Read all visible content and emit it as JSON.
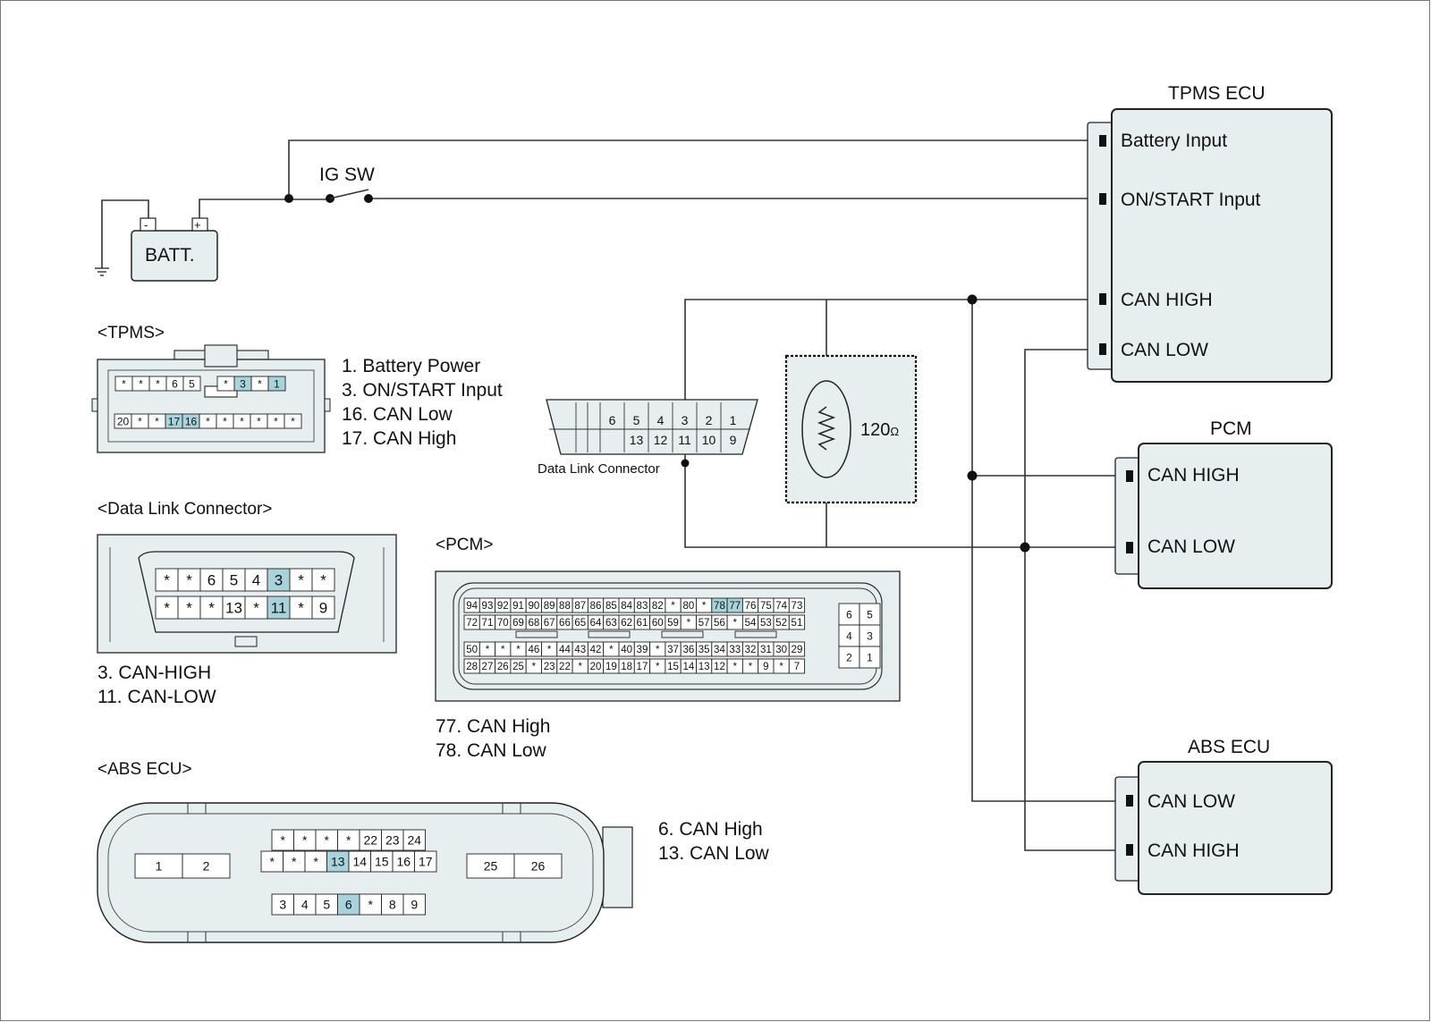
{
  "colors": {
    "fill": "#e6eeef",
    "highlight": "#a9d3dc",
    "stroke": "#222222",
    "wire": "#333333"
  },
  "circuit": {
    "ig_sw": "IG SW",
    "batt": "BATT.",
    "batt_minus": "-",
    "batt_plus": "+",
    "resistor": "120",
    "ohm": "Ω",
    "dlc_label": "Data Link Connector",
    "dlc_top": [
      "6",
      "5",
      "4",
      "3",
      "2",
      "1"
    ],
    "dlc_bottom": [
      "13",
      "12",
      "11",
      "10",
      "9"
    ]
  },
  "ecus": {
    "tpms": {
      "title": "TPMS ECU",
      "pins": [
        "Battery Input",
        "ON/START Input",
        "CAN HIGH",
        "CAN LOW"
      ]
    },
    "pcm": {
      "title": "PCM",
      "pins": [
        "CAN HIGH",
        "CAN LOW"
      ]
    },
    "abs": {
      "title": "ABS ECU",
      "pins": [
        "CAN LOW",
        "CAN HIGH"
      ]
    }
  },
  "connectors": {
    "tpms": {
      "title": "<TPMS>",
      "row1": [
        "*",
        "*",
        "*",
        "6",
        "5",
        "",
        "*",
        "3",
        "*",
        "1"
      ],
      "row2": [
        "20",
        "*",
        "*",
        "17",
        "16",
        "*",
        "*",
        "*",
        "*",
        "*",
        "*"
      ],
      "highlight": [
        "3",
        "1",
        "17",
        "16"
      ],
      "notes": [
        "1. Battery Power",
        "3. ON/START Input",
        "16. CAN Low",
        "17. CAN High"
      ]
    },
    "dlc": {
      "title": "<Data Link Connector>",
      "row1": [
        "*",
        "*",
        "6",
        "5",
        "4",
        "3",
        "*",
        "*"
      ],
      "row2": [
        "*",
        "*",
        "*",
        "13",
        "*",
        "11",
        "*",
        "9"
      ],
      "highlight": [
        "3",
        "11"
      ],
      "notes": [
        "3. CAN-HIGH",
        "11. CAN-LOW"
      ]
    },
    "pcm": {
      "title": "<PCM>",
      "rows": [
        [
          "94",
          "93",
          "92",
          "91",
          "90",
          "89",
          "88",
          "87",
          "86",
          "85",
          "84",
          "83",
          "82",
          "*",
          "80",
          "*",
          "78",
          "77",
          "76",
          "75",
          "74",
          "73"
        ],
        [
          "72",
          "71",
          "70",
          "69",
          "68",
          "67",
          "66",
          "65",
          "64",
          "63",
          "62",
          "61",
          "60",
          "59",
          "*",
          "57",
          "56",
          "*",
          "54",
          "53",
          "52",
          "51"
        ],
        [
          "50",
          "*",
          "*",
          "*",
          "46",
          "*",
          "44",
          "43",
          "42",
          "*",
          "40",
          "39",
          "*",
          "37",
          "36",
          "35",
          "34",
          "33",
          "32",
          "31",
          "30",
          "29"
        ],
        [
          "28",
          "27",
          "26",
          "25",
          "*",
          "23",
          "22",
          "*",
          "20",
          "19",
          "18",
          "17",
          "*",
          "15",
          "14",
          "13",
          "12",
          "*",
          "*",
          "9",
          "*",
          "7"
        ]
      ],
      "small": [
        [
          "6",
          "5"
        ],
        [
          "4",
          "3"
        ],
        [
          "2",
          "1"
        ]
      ],
      "highlight": [
        "78",
        "77"
      ],
      "notes": [
        "77. CAN High",
        "78. CAN Low"
      ]
    },
    "abs": {
      "title": "<ABS ECU>",
      "left": [
        "1",
        "2"
      ],
      "right": [
        "25",
        "26"
      ],
      "row1": [
        "*",
        "*",
        "*",
        "*",
        "22",
        "23",
        "24"
      ],
      "row2": [
        "*",
        "*",
        "*",
        "13",
        "14",
        "15",
        "16",
        "17"
      ],
      "row3": [
        "3",
        "4",
        "5",
        "6",
        "*",
        "8",
        "9"
      ],
      "highlight": [
        "13",
        "6"
      ],
      "notes": [
        "6. CAN High",
        "13. CAN Low"
      ]
    }
  }
}
